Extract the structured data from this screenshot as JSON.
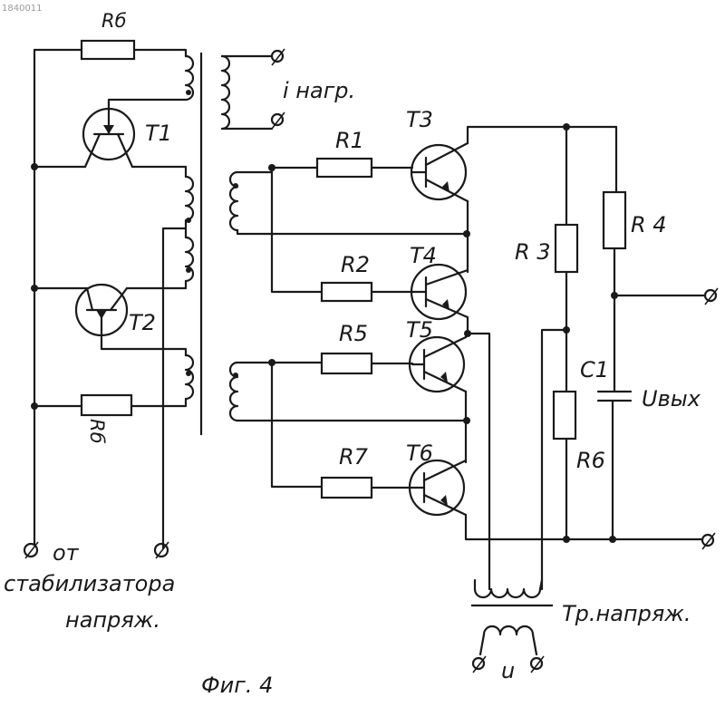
{
  "corner_mark": "1840011",
  "labels": {
    "r6_top": "Rб",
    "r6_left": "Rб",
    "t1": "T1",
    "t2": "T2",
    "t3": "T3",
    "t4": "T4",
    "t5": "T5",
    "t6": "T6",
    "r1": "R1",
    "r2": "R2",
    "r3": "R 3",
    "r4": "R 4",
    "r5": "R5",
    "r7": "R7",
    "r6_right": "R6",
    "c1": "C1",
    "i_load": "i нагр.",
    "u_out": "Uвых",
    "from_line1": "от",
    "from_line2": "стабилизатора",
    "from_line3": "напряж.",
    "tr_label": "Тр.напряж.",
    "u_in": "u",
    "figure": "Фиг. 4"
  }
}
